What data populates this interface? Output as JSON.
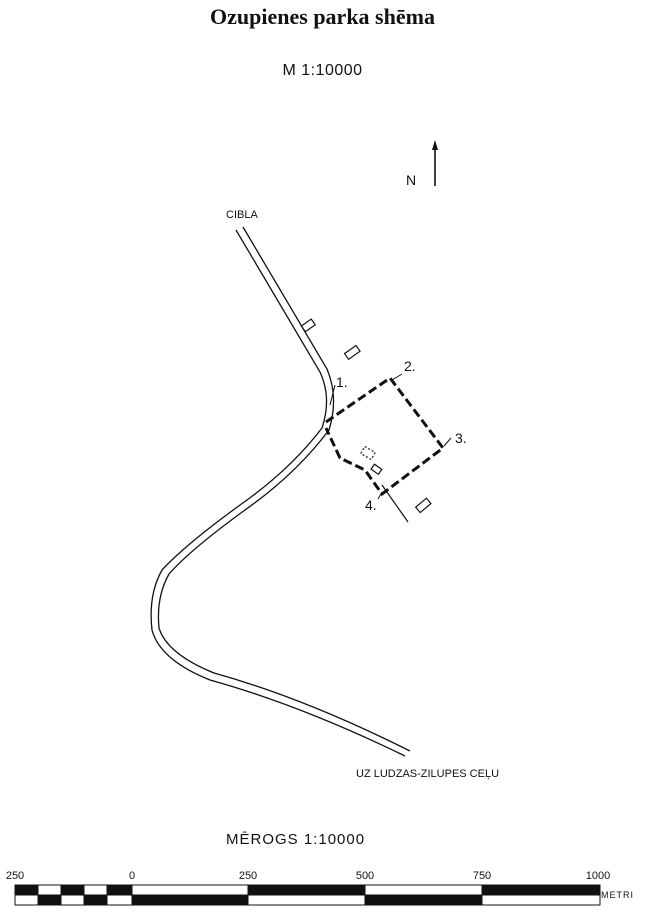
{
  "title": "Ozupienes parka shēma",
  "scale_text": "M 1:10000",
  "north_label": "N",
  "places": {
    "top_road": "CIBLA",
    "bottom_road": "UZ LUDZAS-ZILUPES CEĻU"
  },
  "corner_points": [
    "1.",
    "2.",
    "3.",
    "4."
  ],
  "scale_bar": {
    "title": "MĒROGS  1:10000",
    "ticks": [
      "250",
      "0",
      "250",
      "500",
      "750",
      "1000"
    ],
    "unit": "METRI"
  }
}
